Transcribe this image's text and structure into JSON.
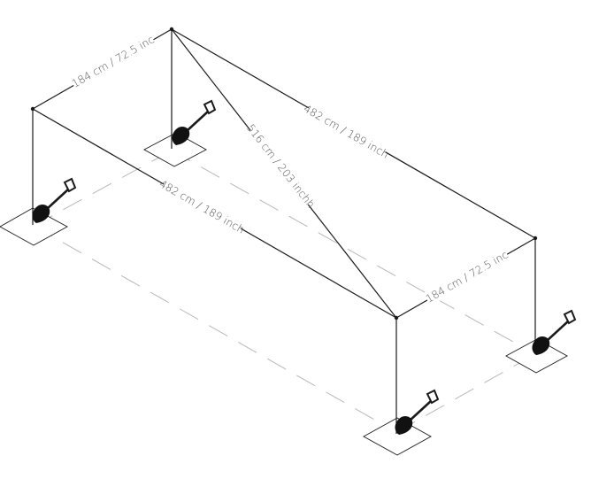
{
  "dimensions": {
    "short_top": "184 cm / 72.5 inc",
    "long_top": "482 cm / 189 inch",
    "diagonal": "516 cm / 203 inchh",
    "long_front": "482 cm / 189 inch",
    "short_right": "184 cm / 72.5 inc"
  },
  "icons": {
    "anchor": "shovel-icon"
  }
}
